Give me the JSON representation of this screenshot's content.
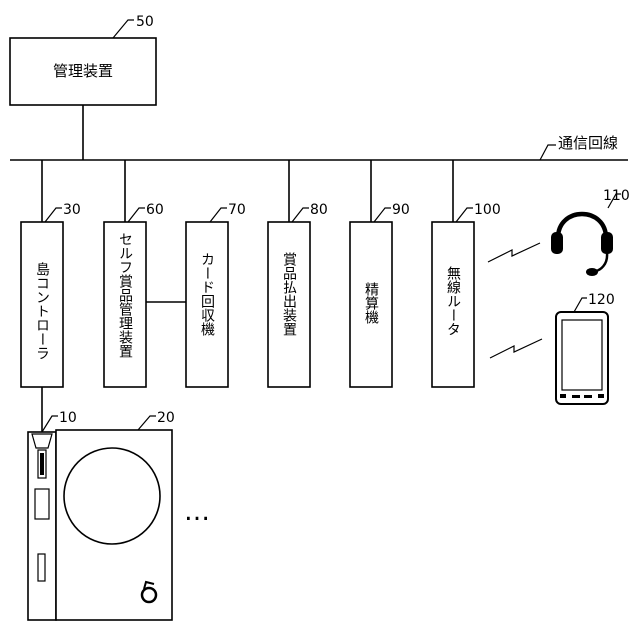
{
  "management": {
    "label": "管理装置",
    "ref": "50"
  },
  "network": {
    "label": "通信回線"
  },
  "devices": [
    {
      "key": "island",
      "ref": "30",
      "label": "島コントローラ"
    },
    {
      "key": "selfprize",
      "ref": "60",
      "label": "セルフ賞品管理装置"
    },
    {
      "key": "card",
      "ref": "70",
      "label": "カード回収機"
    },
    {
      "key": "payout",
      "ref": "80",
      "label": "賞品払出装置"
    },
    {
      "key": "settle",
      "ref": "90",
      "label": "精算機"
    },
    {
      "key": "router",
      "ref": "100",
      "label": "無線ルータ"
    }
  ],
  "headset": {
    "ref": "110",
    "icon": "headset-icon"
  },
  "tablet": {
    "ref": "120",
    "icon": "tablet-icon"
  },
  "unit": {
    "ref": "10"
  },
  "machine": {
    "ref": "20"
  },
  "ellipsis": "…"
}
